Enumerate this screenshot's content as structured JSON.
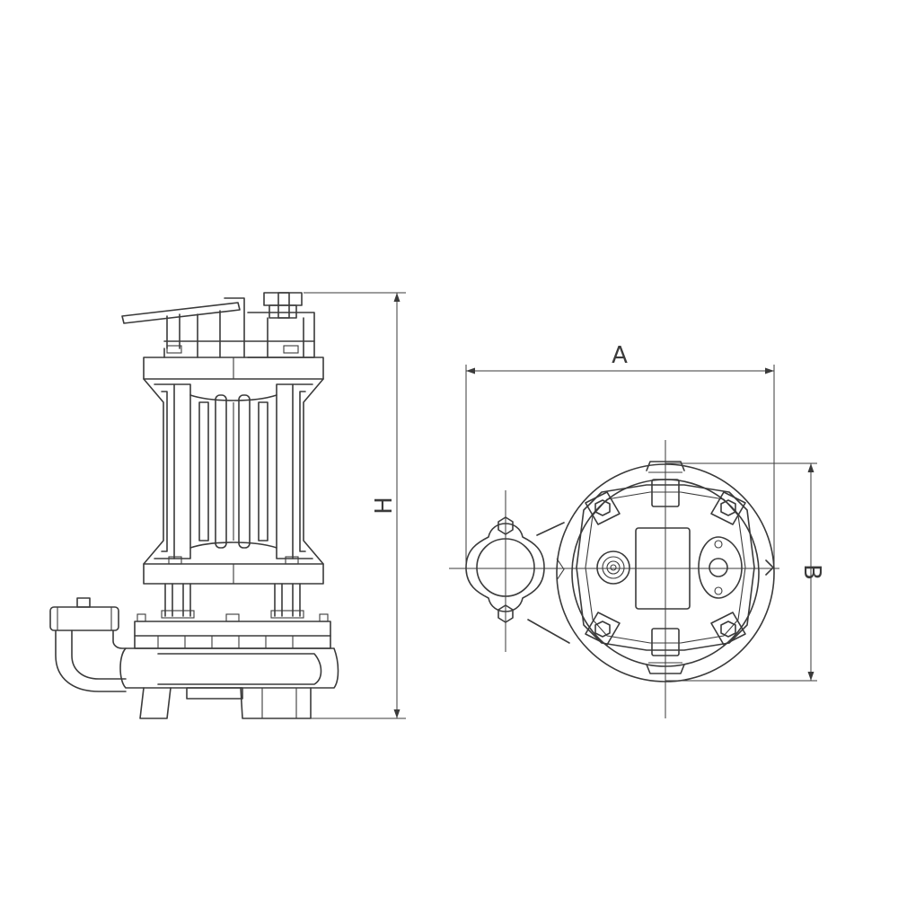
{
  "dimensions": {
    "overall_height": "H",
    "width": "A",
    "depth": "B"
  },
  "colors": {
    "line": "#3a3a3a",
    "background": "#ffffff"
  }
}
